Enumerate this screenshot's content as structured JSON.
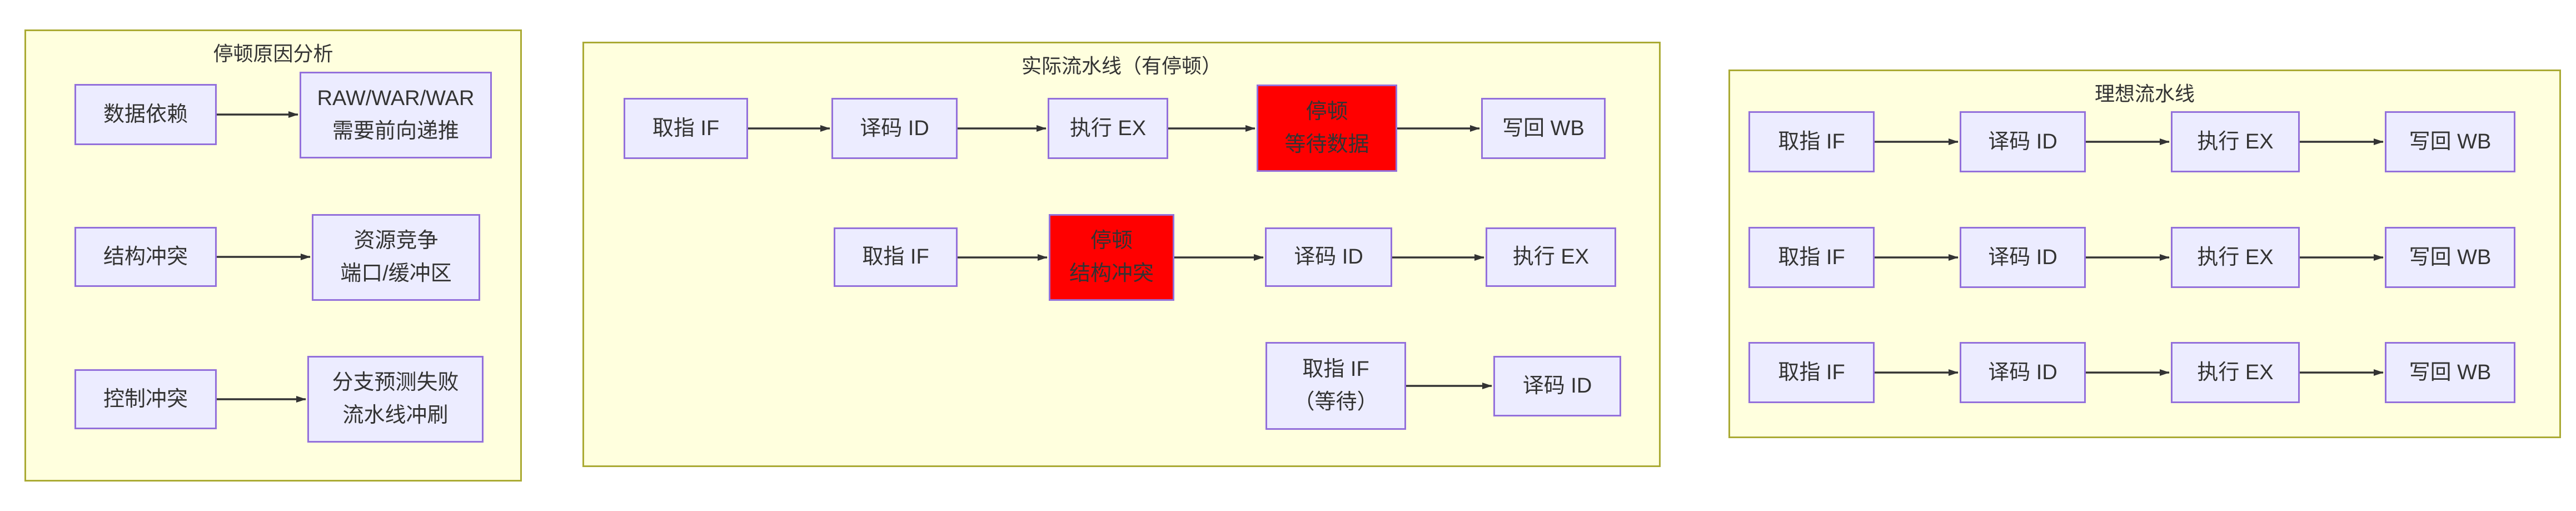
{
  "diagram": {
    "colors": {
      "panel_bg": "#ffffde",
      "panel_border": "#aaaa33",
      "node_bg": "#ececff",
      "node_border": "#9370db",
      "stall_bg": "#ff0000",
      "text": "#333333",
      "arrow": "#333333"
    },
    "panels": {
      "stall_analysis": {
        "title": "停顿原因分析",
        "nodes": {
          "data_dependency": "数据依赖",
          "raw_war": "RAW/WAR/WAR\n需要前向递推",
          "structural_conflict": "结构冲突",
          "resource_contention": "资源竞争\n端口/缓冲区",
          "control_conflict": "控制冲突",
          "branch_mispredict": "分支预测失败\n流水线冲刷"
        }
      },
      "actual_pipeline": {
        "title": "实际流水线（有停顿）",
        "rows": {
          "row1": {
            "fetch": "取指 IF",
            "decode": "译码 ID",
            "execute": "执行 EX",
            "stall": "停顿\n等待数据",
            "writeback": "写回 WB"
          },
          "row2": {
            "fetch": "取指 IF",
            "stall": "停顿\n结构冲突",
            "decode": "译码 ID",
            "execute": "执行 EX"
          },
          "row3": {
            "fetch_wait": "取指 IF\n（等待）",
            "decode": "译码 ID"
          }
        }
      },
      "ideal_pipeline": {
        "title": "理想流水线",
        "stages": {
          "fetch": "取指 IF",
          "decode": "译码 ID",
          "execute": "执行 EX",
          "writeback": "写回 WB"
        }
      }
    }
  }
}
